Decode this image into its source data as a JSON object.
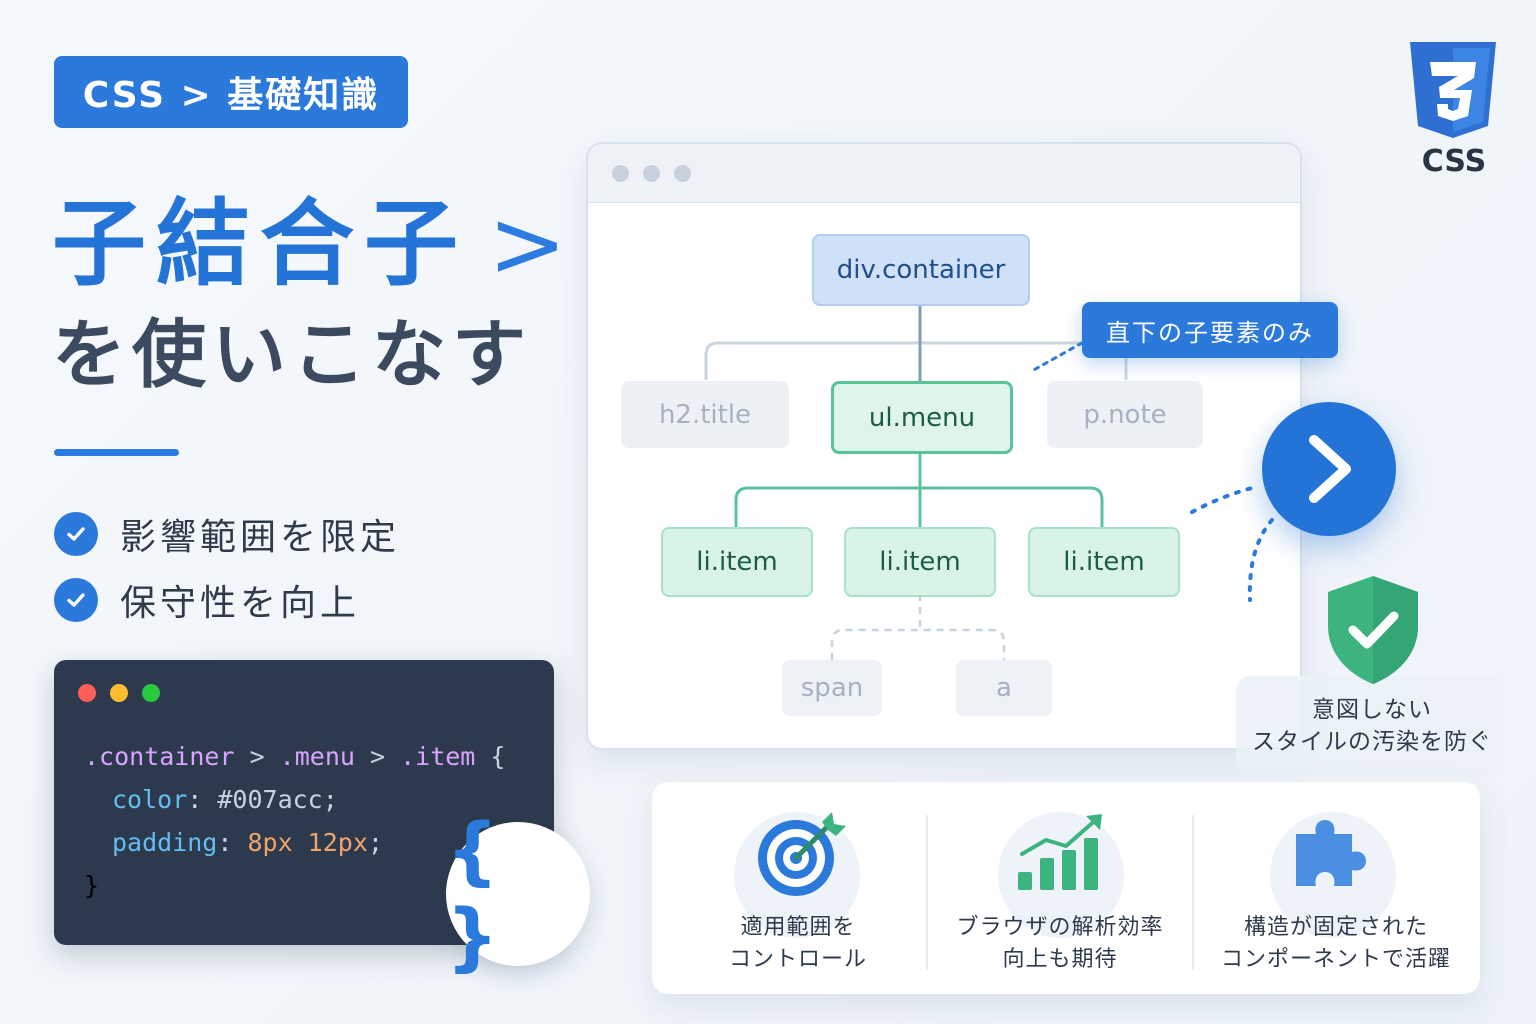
{
  "breadcrumb": "CSS > 基礎知識",
  "title": {
    "main": "子結合子",
    "symbol": ">",
    "sub": "を使いこなす"
  },
  "checklist": [
    {
      "icon": "check-circle-icon",
      "label": "影響範囲を限定"
    },
    {
      "icon": "check-circle-icon",
      "label": "保守性を向上"
    }
  ],
  "code": {
    "selector": [
      ".container",
      " > ",
      ".menu",
      " > ",
      ".item",
      " {"
    ],
    "decl1": {
      "prop": "color",
      "colon": ": ",
      "value": "#007acc",
      "end": ";"
    },
    "decl2": {
      "prop": "padding",
      "colon": ": ",
      "value": "8px 12px",
      "end": ";"
    },
    "close": "}",
    "braces": "{ }",
    "window_dots": [
      "#ff5f56",
      "#ffbd2e",
      "#27c93f"
    ]
  },
  "logo": {
    "icon": "css3-shield-icon",
    "label": "CSS"
  },
  "tree": {
    "root": "div.container",
    "children": [
      "h2.title",
      "ul.menu",
      "p.note"
    ],
    "items": [
      "li.item",
      "li.item",
      "li.item"
    ],
    "leaves": [
      "span",
      "a"
    ]
  },
  "callout": "直下の子要素のみ",
  "badge": {
    "icon": "chevron-right-icon"
  },
  "shield": {
    "icon": "shield-check-icon",
    "line1": "意図しない",
    "line2": "スタイルの汚染を防ぐ"
  },
  "features": [
    {
      "icon": "target-icon",
      "line1": "適用範囲を",
      "line2": "コントロール"
    },
    {
      "icon": "bar-chart-up-icon",
      "line1": "ブラウザの解析効率",
      "line2": "向上も期待"
    },
    {
      "icon": "puzzle-icon",
      "line1": "構造が固定された",
      "line2": "コンポーネントで活躍"
    }
  ],
  "colors": {
    "accent": "#2c79dc",
    "green": "#59c39a",
    "dark": "#2d3a4d"
  }
}
